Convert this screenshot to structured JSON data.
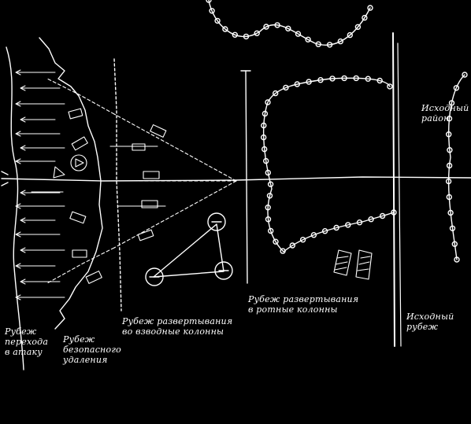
{
  "labels": {
    "assault_line": [
      "Рубеж",
      "перехода",
      "в атаку"
    ],
    "safe_distance_line": [
      "Рубеж",
      "безопасного",
      "удаления"
    ],
    "platoon_deploy_line": [
      "Рубеж развертывания",
      "во взводные колонны"
    ],
    "company_deploy_line": [
      "Рубеж развертывания",
      "в ротные колонны"
    ],
    "start_line": [
      "Исходный",
      "рубеж"
    ],
    "start_area": [
      "Исходный",
      "район"
    ]
  },
  "colors": {
    "background": "#000000",
    "ink": "#ffffff"
  }
}
